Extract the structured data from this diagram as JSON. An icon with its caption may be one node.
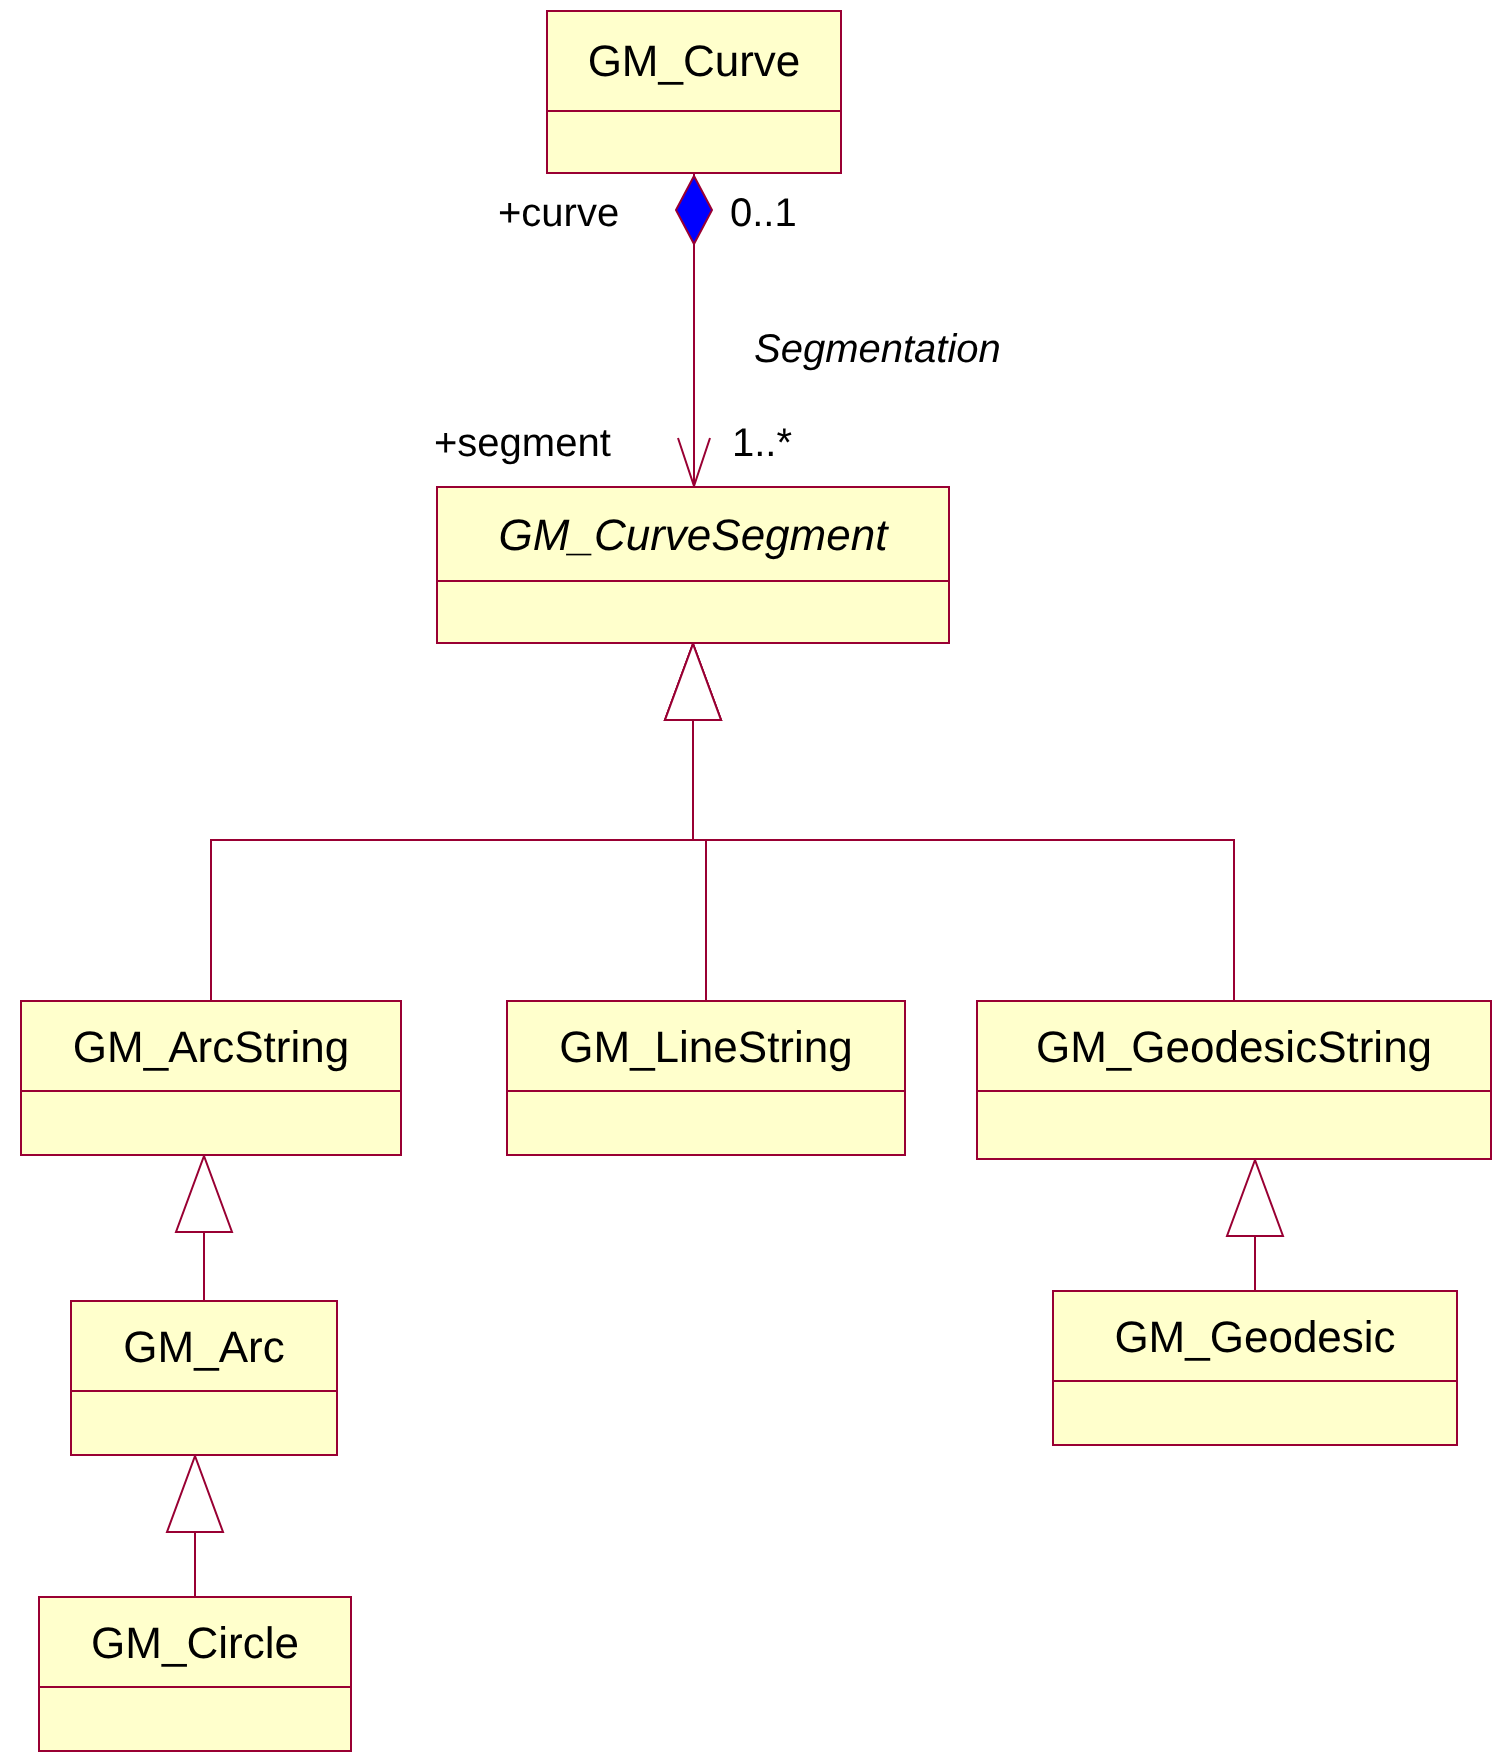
{
  "diagram": {
    "nodes": [
      {
        "text": [
          "GM_Curve"
        ]
      },
      {
        "text": [
          "GM_CurveSegment"
        ]
      },
      {
        "text": [
          "GM_ArcString"
        ]
      },
      {
        "text": [
          "GM_LineString"
        ]
      },
      {
        "text": [
          "GM_GeodesicString"
        ]
      },
      {
        "text": [
          "GM_Arc"
        ]
      },
      {
        "text": [
          "GM_Geodesic"
        ]
      },
      {
        "text": [
          "GM_Circle"
        ]
      }
    ],
    "edges": [
      {
        "from": 0,
        "to": 1,
        "arrow": "to",
        "label": "Segmentation"
      },
      {
        "from": 2,
        "to": 1,
        "arrow": "to"
      },
      {
        "from": 3,
        "to": 1,
        "arrow": "to"
      },
      {
        "from": 4,
        "to": 1,
        "arrow": "to"
      },
      {
        "from": 5,
        "to": 2,
        "arrow": "to"
      },
      {
        "from": 7,
        "to": 5,
        "arrow": "to"
      },
      {
        "from": 6,
        "to": 4,
        "arrow": "to"
      }
    ],
    "labels": [
      "+curve",
      "0..1",
      "+segment",
      "1..*"
    ]
  }
}
